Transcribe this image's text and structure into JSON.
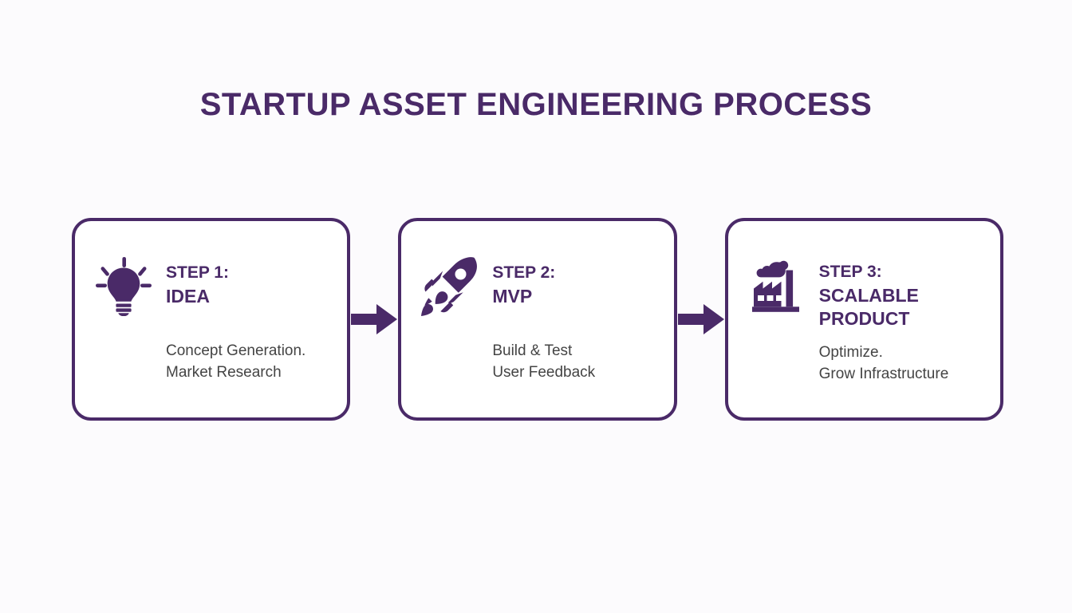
{
  "slide": {
    "title": "STARTUP ASSET ENGINEERING PROCESS",
    "background_color": "#fcfbfd",
    "accent_color": "#4a2a68",
    "body_text_color": "#444444",
    "card_background": "#ffffff"
  },
  "steps": [
    {
      "icon": "lightbulb-icon",
      "step_label": "STEP 1:",
      "step_title": "IDEA",
      "description_lines": [
        "Concept Generation.",
        "Market Research"
      ]
    },
    {
      "icon": "rocket-icon",
      "step_label": "STEP 2:",
      "step_title": "MVP",
      "description_lines": [
        "Build & Test",
        "User Feedback"
      ]
    },
    {
      "icon": "factory-icon",
      "step_label": "STEP 3:",
      "step_title": "SCALABLE PRODUCT",
      "description_lines": [
        "Optimize.",
        "Grow Infrastructure"
      ]
    }
  ],
  "connectors": [
    {
      "name": "arrow-step1-to-step2",
      "direction": "right"
    },
    {
      "name": "arrow-step2-to-step3",
      "direction": "right"
    }
  ]
}
